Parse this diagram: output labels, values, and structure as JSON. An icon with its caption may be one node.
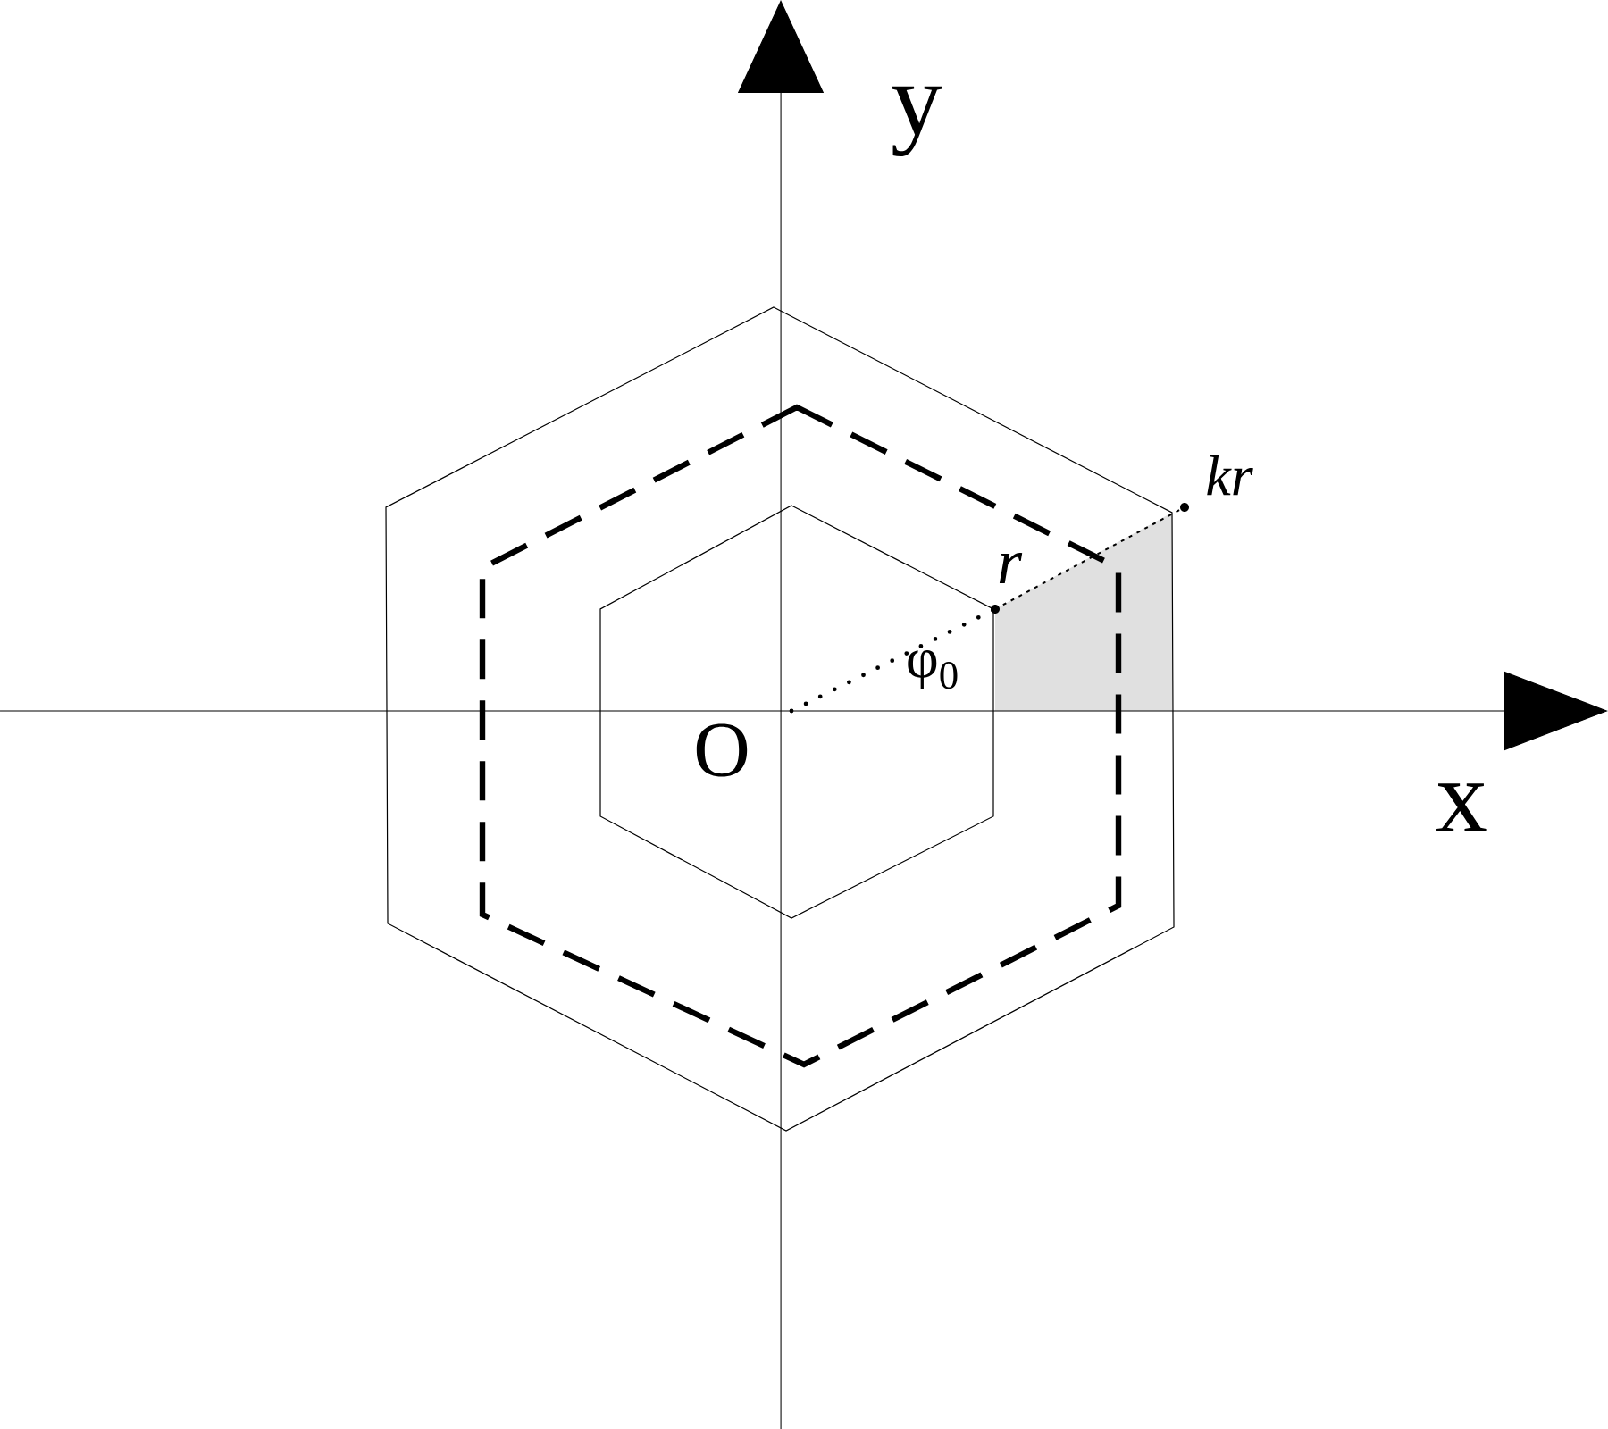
{
  "diagram": {
    "labels": [
      "y",
      "x",
      "O",
      "r",
      "kr",
      "φ$_{0}$"
    ]
  }
}
